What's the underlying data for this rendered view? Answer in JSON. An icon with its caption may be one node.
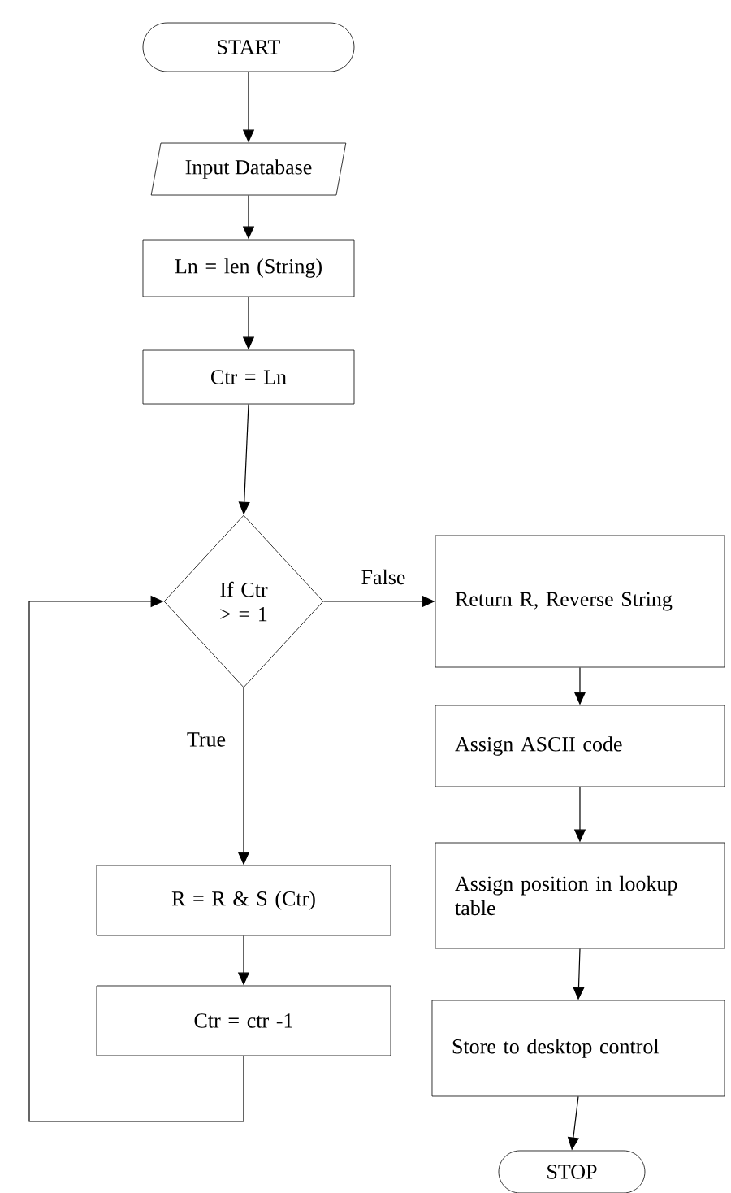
{
  "diagram": {
    "nodes": [
      {
        "text": [
          "START"
        ]
      },
      {
        "text": [
          "Input Database"
        ]
      },
      {
        "text": [
          "Ln = len (String)"
        ]
      },
      {
        "text": [
          "Ctr = Ln"
        ]
      },
      {
        "text": [
          "If Ctr > = 1"
        ]
      },
      {
        "text": [
          "Return R, Reverse String"
        ]
      },
      {
        "text": [
          "Assign ASCII code"
        ]
      },
      {
        "text": [
          "Assign position in lookup table"
        ]
      },
      {
        "text": [
          "Store to desktop control"
        ]
      },
      {
        "text": [
          "STOP"
        ]
      },
      {
        "text": [
          "R = R & S (Ctr)"
        ]
      },
      {
        "text": [
          "Ctr = ctr -1"
        ]
      }
    ],
    "edges": [
      {
        "from": 0,
        "to": 1,
        "arrow": "to"
      },
      {
        "from": 1,
        "to": 2,
        "arrow": "to"
      },
      {
        "from": 2,
        "to": 3,
        "arrow": "to"
      },
      {
        "from": 3,
        "to": 4,
        "arrow": "to"
      },
      {
        "from": 4,
        "to": 5,
        "arrow": "to",
        "label": "False"
      },
      {
        "from": 4,
        "to": 10,
        "arrow": "to",
        "label": "True"
      },
      {
        "from": 10,
        "to": 11,
        "arrow": "to"
      },
      {
        "from": 11,
        "to": 4,
        "arrow": "to"
      },
      {
        "from": 5,
        "to": 6,
        "arrow": "to"
      },
      {
        "from": 6,
        "to": 7,
        "arrow": "to"
      },
      {
        "from": 7,
        "to": 8,
        "arrow": "to"
      },
      {
        "from": 8,
        "to": 9,
        "arrow": "to"
      }
    ]
  }
}
